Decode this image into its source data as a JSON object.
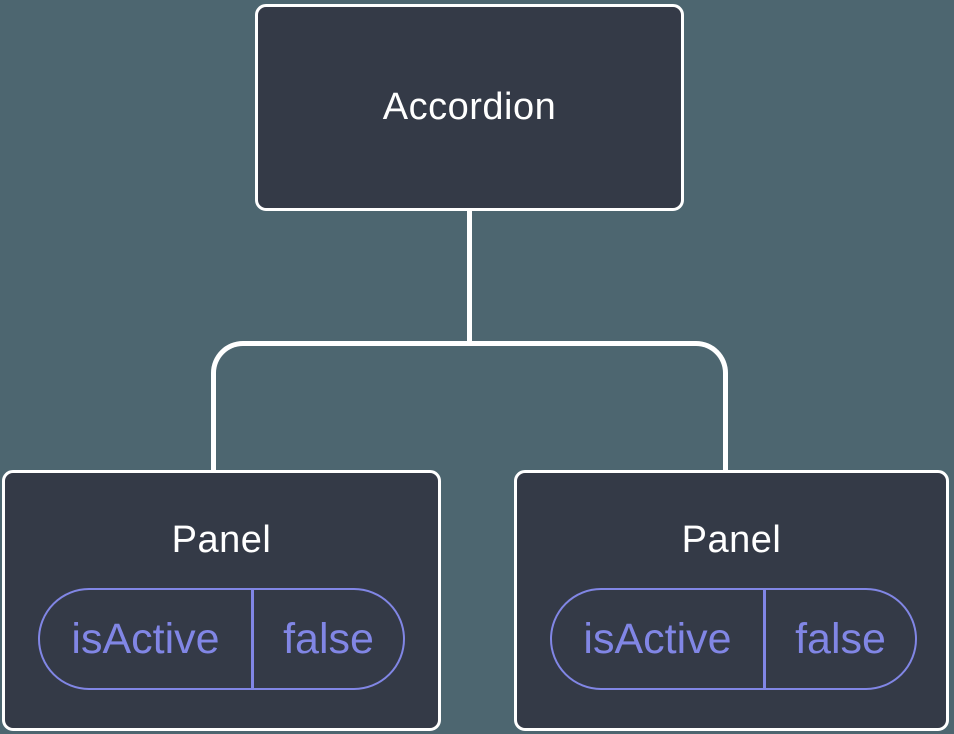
{
  "diagram": {
    "description": "Component tree: Accordion root with two Panel children holding state",
    "root": {
      "label": "Accordion"
    },
    "children": [
      {
        "label": "Panel",
        "state": {
          "name": "isActive",
          "value": "false"
        }
      },
      {
        "label": "Panel",
        "state": {
          "name": "isActive",
          "value": "false"
        }
      }
    ],
    "colors": {
      "background": "#4d6670",
      "node_fill": "#343a47",
      "node_border": "#ffffff",
      "node_text": "#ffffff",
      "connector": "#ffffff",
      "state_accent": "#8186e5"
    }
  }
}
